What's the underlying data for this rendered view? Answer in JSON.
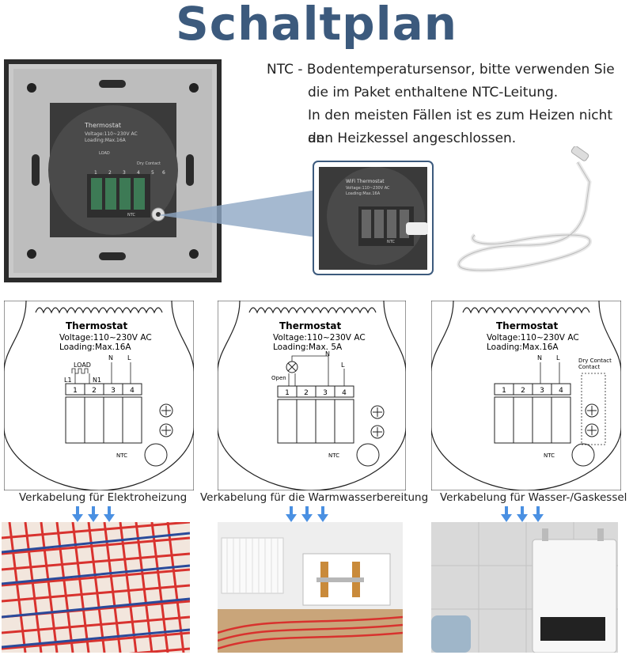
{
  "title": "Schaltplan",
  "ntc_note": {
    "line1": "NTC - Bodentemperatursensor, bitte verwenden Sie",
    "line2": "die im Paket enthaltene NTC-Leitung.",
    "line3": "In den meisten Fällen ist es zum Heizen nicht an",
    "line4": "den Heizkessel angeschlossen."
  },
  "device_photo": {
    "label": "Thermostat",
    "voltage": "Voltage:110~230V AC",
    "loading": "Loading:Max.16A",
    "load": "LOAD",
    "dry_contact": "Dry Contact",
    "ntc": "NTC",
    "terminals": [
      "1",
      "2",
      "3",
      "4",
      "5",
      "6"
    ]
  },
  "zoom_photo": {
    "label": "WiFi Thermostat",
    "voltage": "Voltage:110~230V AC",
    "loading": "Loading:Max.16A",
    "ntc": "NTC"
  },
  "diagrams": [
    {
      "title": "Thermostat",
      "voltage": "Voltage:110~230V AC",
      "loading": "Loading:Max.16A",
      "load": "LOAD",
      "l1": "L1",
      "n1": "N1",
      "n": "N",
      "l": "L",
      "terminals": [
        "1",
        "2",
        "3",
        "4"
      ],
      "ntc": "NTC",
      "caption": "Verkabelung für Elektroheizung"
    },
    {
      "title": "Thermostat",
      "voltage": "Voltage:110~230V AC",
      "loading": "Loading:Max. 5A",
      "open": "Open",
      "n": "N",
      "l": "L",
      "terminals": [
        "1",
        "2",
        "3",
        "4"
      ],
      "ntc": "NTC",
      "caption": "Verkabelung für die Warmwasserbereitung"
    },
    {
      "title": "Thermostat",
      "voltage": "Voltage:110~230V AC",
      "loading": "Loading:Max.16A",
      "n": "N",
      "l": "L",
      "dry1": "Dry Contact",
      "dry2": "Contact",
      "terminals": [
        "1",
        "2",
        "3",
        "4"
      ],
      "ntc": "NTC",
      "caption": "Verkabelung für Wasser-/Gaskessel"
    }
  ],
  "colors": {
    "title": "#3c5a7d",
    "arrow": "#4a90e2",
    "heating_red": "#d8322e",
    "cable_blue": "#2a4a9a"
  }
}
